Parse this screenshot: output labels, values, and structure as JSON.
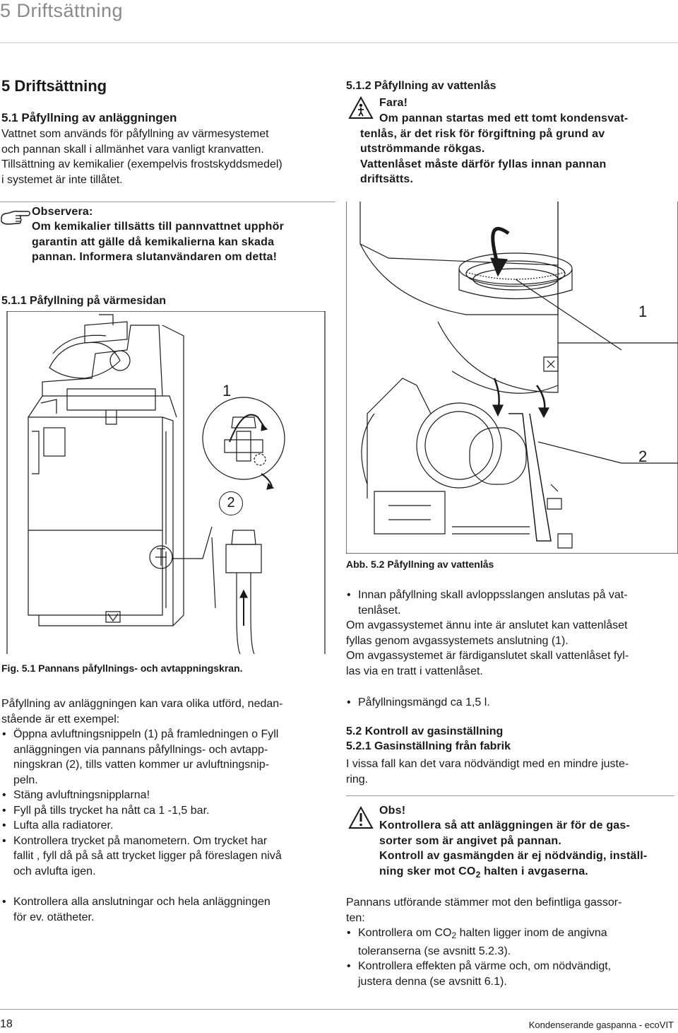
{
  "header": {
    "running_title": "5 Driftsättning"
  },
  "left": {
    "chapter_title": "5 Driftsättning",
    "s51_title": "5.1 Påfyllning av anläggningen",
    "s51_lines": [
      "Vattnet som används för påfyllning av värmesystemet",
      "och pannan skall i allmänhet vara vanligt kranvatten.",
      "Tillsättning av kemikalier (exempelvis frostskyddsmedel)",
      "i systemet är inte tillåtet."
    ],
    "note_label": "Observera:",
    "note_lines": [
      "Om kemikalier tillsätts till pannvattnet upphör",
      "garantin att gälle då kemikalierna kan skada",
      "pannan. Informera slutanvändaren om detta!"
    ],
    "s511_title": "5.1.1 Påfyllning på värmesidan",
    "fig51_callout_1": "1",
    "fig51_callout_2": "2",
    "fig51_caption": "Fig. 5.1 Pannans påfyllnings- och avtappningskran.",
    "intro_lines": [
      "Påfyllning av anläggningen kan vara olika utförd, nedan-",
      "stående är ett exempel:"
    ],
    "bullet1_lines": [
      "Öppna avluftningsnippeln (1) på framledningen o Fyll",
      "anläggningen via pannans påfyllnings- och avtapp-",
      "ningskran (2), tills vatten kommer ur avluftningsnip-",
      "peln."
    ],
    "bullet2": "Stäng avluftningsnipplarna!",
    "bullet3": "Fyll på tills trycket ha nått ca 1 -1,5 bar.",
    "bullet4": "Lufta alla radiatorer.",
    "bullet5_lines": [
      "Kontrollera trycket på manometern. Om trycket har",
      "fallit , fyll då på så att trycket ligger på föreslagen nivå",
      "och avlufta igen."
    ],
    "bullet6_lines": [
      "Kontrollera alla anslutningar och hela anläggningen",
      "för ev. otätheter."
    ]
  },
  "right": {
    "s512_title": "5.1.2 Påfyllning av vattenlås",
    "danger_label": "Fara!",
    "danger_lines": [
      "Om pannan startas med ett tomt kondensvat-",
      "tenlås, är det risk för förgiftning på grund av",
      "utströmmande rökgas.",
      "Vattenlåset måste därför fyllas innan pannan",
      "driftsätts."
    ],
    "fig52_callout_1": "1",
    "fig52_callout_2": "2",
    "fig52_caption": "Abb. 5.2 Påfyllning av vattenlås",
    "b1_lines": [
      "Innan påfyllning skall avloppsslangen anslutas på vat-",
      "tenlåset."
    ],
    "b1_cont_lines": [
      "Om avgassystemet ännu inte är anslutet kan vattenlåset",
      "fyllas genom avgassystemets anslutning (1).",
      "Om avgassystemet är färdiganslutet skall vattenlåset fyl-",
      "las via en tratt i vattenlåset."
    ],
    "b2": "Påfyllningsmängd ca 1,5 l.",
    "s52_title": "5.2 Kontroll av gasinställning",
    "s521_title": "5.2.1 Gasinställning från fabrik",
    "s521_lines": [
      "I vissa fall kan det vara nödvändigt med en mindre juste-",
      "ring."
    ],
    "caution_label": "Obs!",
    "caution_lines": [
      "Kontrollera så att anläggningen är för de gas-",
      "sorter som är angivet på pannan.",
      "Kontroll av gasmängden är ej nödvändig, inställ-"
    ],
    "caution_last_a": "ning sker mot CO",
    "caution_last_sub": "2",
    "caution_last_b": " halten i avgaserna.",
    "gas_intro_lines": [
      "Pannans utförande stämmer mot den befintliga gassor-",
      "ten:"
    ],
    "gas_b1_a": "Kontrollera om CO",
    "gas_b1_sub": "2",
    "gas_b1_b": " halten ligger inom de angivna",
    "gas_b1_line2": "toleranserna (se avsnitt 5.2.3).",
    "gas_b2_lines": [
      "Kontrollera effekten på värme och, om nödvändigt,",
      "justera denna (se avsnitt 6.1)."
    ]
  },
  "footer": {
    "page_number": "18",
    "doc_title": "Kondenserande gaspanna - ecoVIT"
  },
  "icons": [
    "pointing-hand-icon",
    "danger-warning-icon",
    "caution-warning-icon"
  ],
  "colors": {
    "text": "#1a1a1a",
    "header_gray": "#8a8a8a"
  }
}
